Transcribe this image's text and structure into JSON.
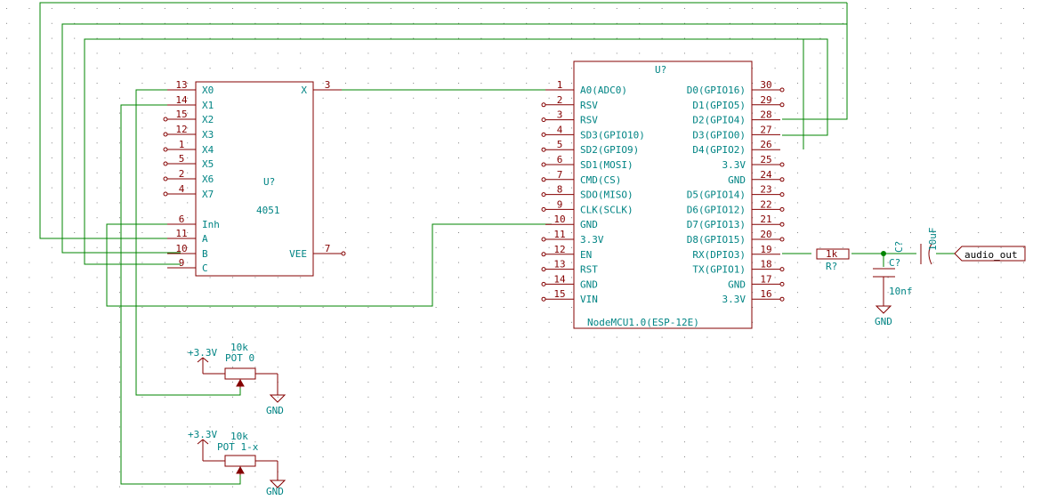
{
  "mux": {
    "ref": "U?",
    "value": "4051",
    "pins_left": [
      {
        "num": "13",
        "name": "X0"
      },
      {
        "num": "14",
        "name": "X1"
      },
      {
        "num": "15",
        "name": "X2"
      },
      {
        "num": "12",
        "name": "X3"
      },
      {
        "num": "1",
        "name": "X4"
      },
      {
        "num": "5",
        "name": "X5"
      },
      {
        "num": "2",
        "name": "X6"
      },
      {
        "num": "4",
        "name": "X7"
      },
      {
        "num": "6",
        "name": "Inh"
      },
      {
        "num": "11",
        "name": "A"
      },
      {
        "num": "10",
        "name": "B"
      },
      {
        "num": "9",
        "name": "C"
      }
    ],
    "pins_right": [
      {
        "num": "3",
        "name": "X"
      },
      {
        "num": "7",
        "name": "VEE"
      }
    ]
  },
  "mcu": {
    "ref": "U?",
    "value": "NodeMCU1.0(ESP-12E)",
    "pins_left": [
      {
        "num": "1",
        "name": "A0(ADC0)"
      },
      {
        "num": "2",
        "name": "RSV"
      },
      {
        "num": "3",
        "name": "RSV"
      },
      {
        "num": "4",
        "name": "SD3(GPIO10)"
      },
      {
        "num": "5",
        "name": "SD2(GPIO9)"
      },
      {
        "num": "6",
        "name": "SD1(MOSI)"
      },
      {
        "num": "7",
        "name": "CMD(CS)"
      },
      {
        "num": "8",
        "name": "SDO(MISO)"
      },
      {
        "num": "9",
        "name": "CLK(SCLK)"
      },
      {
        "num": "10",
        "name": "GND"
      },
      {
        "num": "11",
        "name": "3.3V"
      },
      {
        "num": "12",
        "name": "EN"
      },
      {
        "num": "13",
        "name": "RST"
      },
      {
        "num": "14",
        "name": "GND"
      },
      {
        "num": "15",
        "name": "VIN"
      }
    ],
    "pins_right": [
      {
        "num": "30",
        "name": "D0(GPIO16)"
      },
      {
        "num": "29",
        "name": "D1(GPIO5)"
      },
      {
        "num": "28",
        "name": "D2(GPIO4)"
      },
      {
        "num": "27",
        "name": "D3(GPIO0)"
      },
      {
        "num": "26",
        "name": "D4(GPIO2)"
      },
      {
        "num": "25",
        "name": "3.3V"
      },
      {
        "num": "24",
        "name": "GND"
      },
      {
        "num": "23",
        "name": "D5(GPIO14)"
      },
      {
        "num": "22",
        "name": "D6(GPIO12)"
      },
      {
        "num": "21",
        "name": "D7(GPIO13)"
      },
      {
        "num": "20",
        "name": "D8(GPIO15)"
      },
      {
        "num": "19",
        "name": "RX(DPIO3)"
      },
      {
        "num": "18",
        "name": "TX(GPIO1)"
      },
      {
        "num": "17",
        "name": "GND"
      },
      {
        "num": "16",
        "name": "3.3V"
      }
    ]
  },
  "resistor": {
    "ref": "R?",
    "value": "1k"
  },
  "cap_small": {
    "ref": "C?",
    "value": "10nf"
  },
  "cap_large": {
    "ref": "C?",
    "value": "10uF"
  },
  "output_label": "audio_out",
  "gnd_label": "GND",
  "pot0": {
    "supply": "+3.3V",
    "value": "10k",
    "name": "POT 0"
  },
  "pot1": {
    "supply": "+3.3V",
    "value": "10k",
    "name": "POT 1-x"
  },
  "colors": {
    "component": "#840000",
    "wire": "#008400",
    "label": "#008484",
    "grid": "#848484"
  }
}
